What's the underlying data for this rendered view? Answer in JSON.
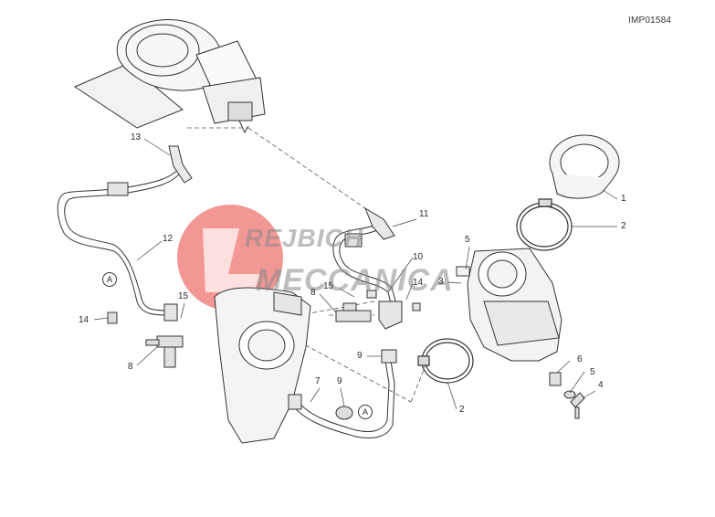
{
  "diagram_code": "IMP01584",
  "watermark": {
    "line1": "REJBICH",
    "line2": "MECCANICA",
    "logo_color": "#e8423c"
  },
  "callout_letter": "A",
  "references": {
    "r1": "1",
    "r2a": "2",
    "r2b": "2",
    "r3": "3",
    "r4": "4",
    "r5a": "5",
    "r5b": "5",
    "r6": "6",
    "r7": "7",
    "r8a": "8",
    "r8b": "8",
    "r9a": "9",
    "r9b": "9",
    "r10": "10",
    "r11": "11",
    "r12": "12",
    "r13": "13",
    "r14a": "14",
    "r14b": "14",
    "r15a": "15",
    "r15b": "15"
  }
}
